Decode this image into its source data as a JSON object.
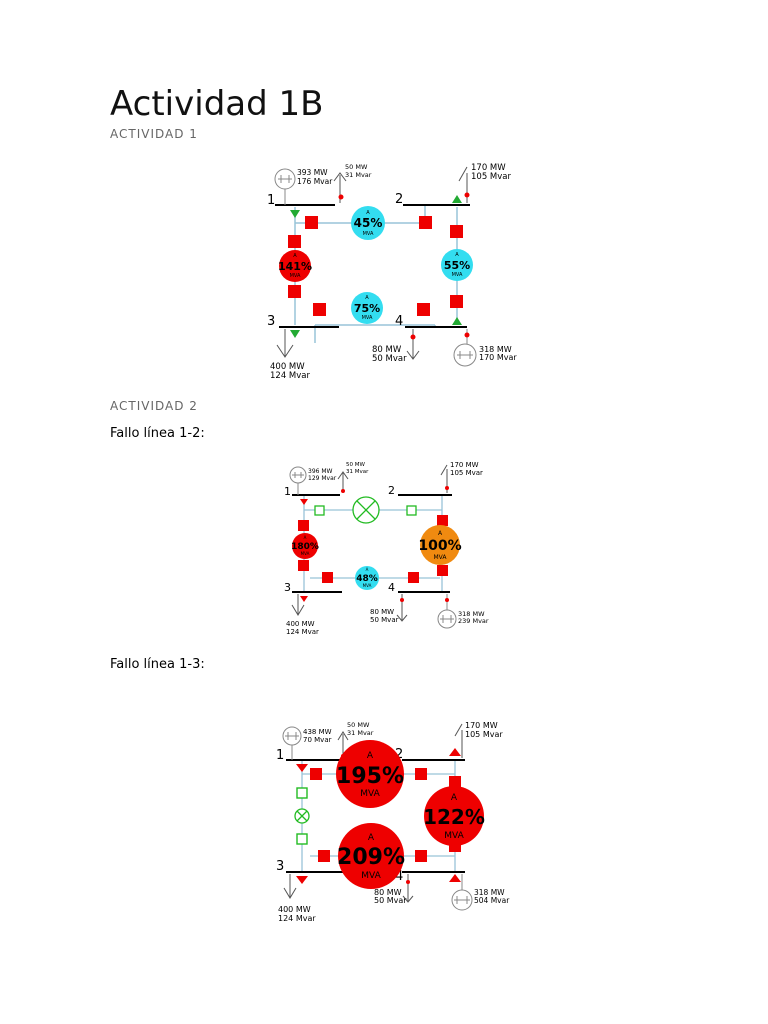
{
  "title": "Actividad 1B",
  "section1": {
    "heading": "ACTIVIDAD 1"
  },
  "section2": {
    "heading": "ACTIVIDAD 2",
    "case1_label": "Fallo línea 1-2:",
    "case2_label": "Fallo línea 1-3:"
  },
  "diagram1": {
    "bus_labels": [
      "1",
      "2",
      "3",
      "4"
    ],
    "gen1": [
      "393 MW",
      "176 Mvar"
    ],
    "load1": [
      "50 MW",
      "31 Mvar"
    ],
    "load2": [
      "170 MW",
      "105 Mvar"
    ],
    "load3": [
      "400 MW",
      "124 Mvar"
    ],
    "load4": [
      "80 MW",
      "50 Mvar"
    ],
    "gen4": [
      "318 MW",
      "170 Mvar"
    ],
    "line12": {
      "percent": "45%",
      "top": "A",
      "bottom": "MVA"
    },
    "line13": {
      "percent": "141%",
      "top": "A",
      "bottom": "MVA"
    },
    "line24": {
      "percent": "55%",
      "top": "A",
      "bottom": "MVA"
    },
    "line34": {
      "percent": "75%",
      "top": "A",
      "bottom": "MVA"
    }
  },
  "diagram2": {
    "bus_labels": [
      "1",
      "2",
      "3",
      "4"
    ],
    "gen1": [
      "396 MW",
      "129 Mvar"
    ],
    "load1": [
      "50 MW",
      "31 Mvar"
    ],
    "load2": [
      "170 MW",
      "105 Mvar"
    ],
    "load3": [
      "400 MW",
      "124 Mvar"
    ],
    "load4": [
      "80 MW",
      "50 Mvar"
    ],
    "gen4": [
      "318 MW",
      "239 Mvar"
    ],
    "line13": {
      "percent": "180%",
      "top": "A",
      "bottom": "MVA"
    },
    "line24": {
      "percent": "100%",
      "top": "A",
      "bottom": "MVA"
    },
    "line34": {
      "percent": "48%",
      "top": "A",
      "bottom": "MVA"
    }
  },
  "diagram3": {
    "bus_labels": [
      "1",
      "2",
      "3",
      "4"
    ],
    "gen1": [
      "438 MW",
      "70 Mvar"
    ],
    "load1": [
      "50 MW",
      "31 Mvar"
    ],
    "load2": [
      "170 MW",
      "105 Mvar"
    ],
    "load3": [
      "400 MW",
      "124 Mvar"
    ],
    "load4": [
      "80 MW",
      "50 Mvar"
    ],
    "gen4": [
      "318 MW",
      "504 Mvar"
    ],
    "line12": {
      "percent": "195%",
      "top": "A",
      "bottom": "MVA"
    },
    "line24": {
      "percent": "122%",
      "top": "A",
      "bottom": "MVA"
    },
    "line34": {
      "percent": "209%",
      "top": "A",
      "bottom": "MVA"
    }
  },
  "colors": {
    "overload": "#ee0000",
    "warning": "#f08a10",
    "normal": "#33ddf0",
    "breaker_closed": "#ee0000",
    "breaker_open": "#22bb22",
    "line": "#99c4d8",
    "bus": "#000000"
  }
}
